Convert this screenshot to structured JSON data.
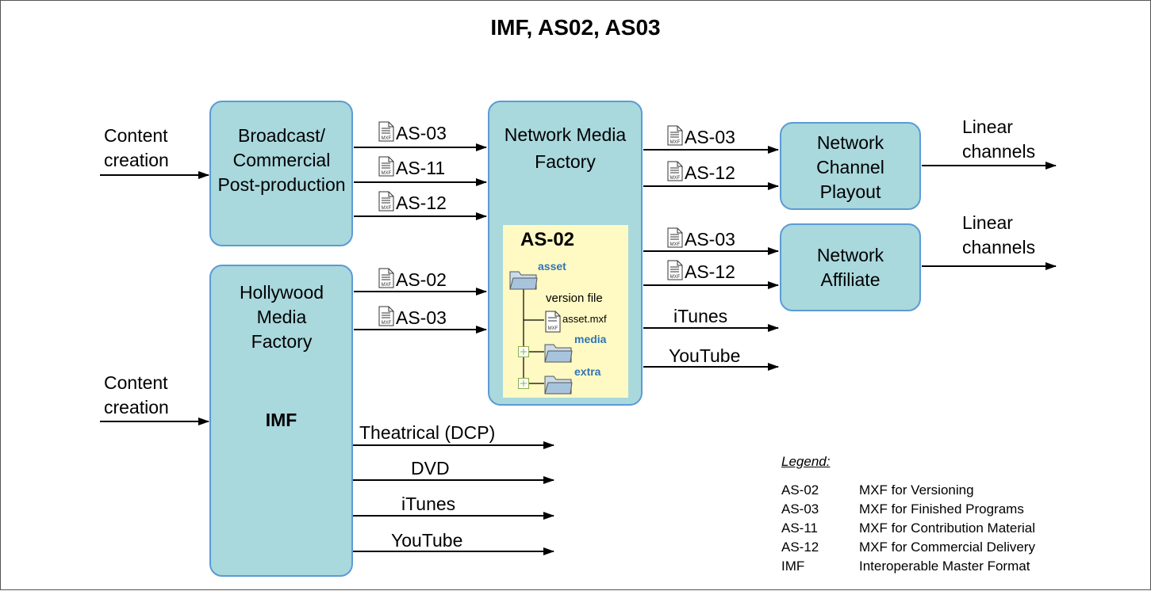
{
  "title": "IMF, AS02, AS03",
  "inputs": {
    "top": "Content creation",
    "bottom": "Content creation"
  },
  "boxes": {
    "broadcast": "Broadcast/ Commercial Post-production",
    "hollywood": "Hollywood Media Factory",
    "hollywood_sub": "IMF",
    "network_media": "Network Media Factory",
    "playout": "Network Channel Playout",
    "affiliate": "Network Affiliate"
  },
  "file_icon_label": "MXF",
  "flows": {
    "broadcast_out": [
      "AS-03",
      "AS-11",
      "AS-12"
    ],
    "hollywood_out": [
      "AS-02",
      "AS-03"
    ],
    "to_playout": [
      "AS-03",
      "AS-12"
    ],
    "to_affiliate": [
      "AS-03",
      "AS-12"
    ],
    "nmf_itunes": "iTunes",
    "nmf_youtube": "YouTube",
    "hmf_theatrical": "Theatrical (DCP)",
    "hmf_dvd": "DVD",
    "hmf_itunes": "iTunes",
    "hmf_youtube": "YouTube"
  },
  "outputs": {
    "playout": "Linear channels",
    "affiliate": "Linear channels"
  },
  "as02_tree": {
    "heading": "AS-02",
    "root": "asset",
    "version_label": "version file",
    "version_file": "asset.mxf",
    "media": "media",
    "extra": "extra"
  },
  "legend": {
    "title": "Legend:",
    "items": [
      {
        "code": "AS-02",
        "desc": "MXF for Versioning"
      },
      {
        "code": "AS-03",
        "desc": "MXF for Finished Programs"
      },
      {
        "code": "AS-11",
        "desc": "MXF for Contribution Material"
      },
      {
        "code": "AS-12",
        "desc": "MXF for Commercial Delivery"
      },
      {
        "code": "IMF",
        "desc": "Interoperable Master Format"
      }
    ]
  },
  "colors": {
    "box_fill": "#a9d8dd",
    "box_border": "#5b9bd5",
    "as02_panel": "#fff9c4",
    "folder_label": "#2f75b5"
  }
}
